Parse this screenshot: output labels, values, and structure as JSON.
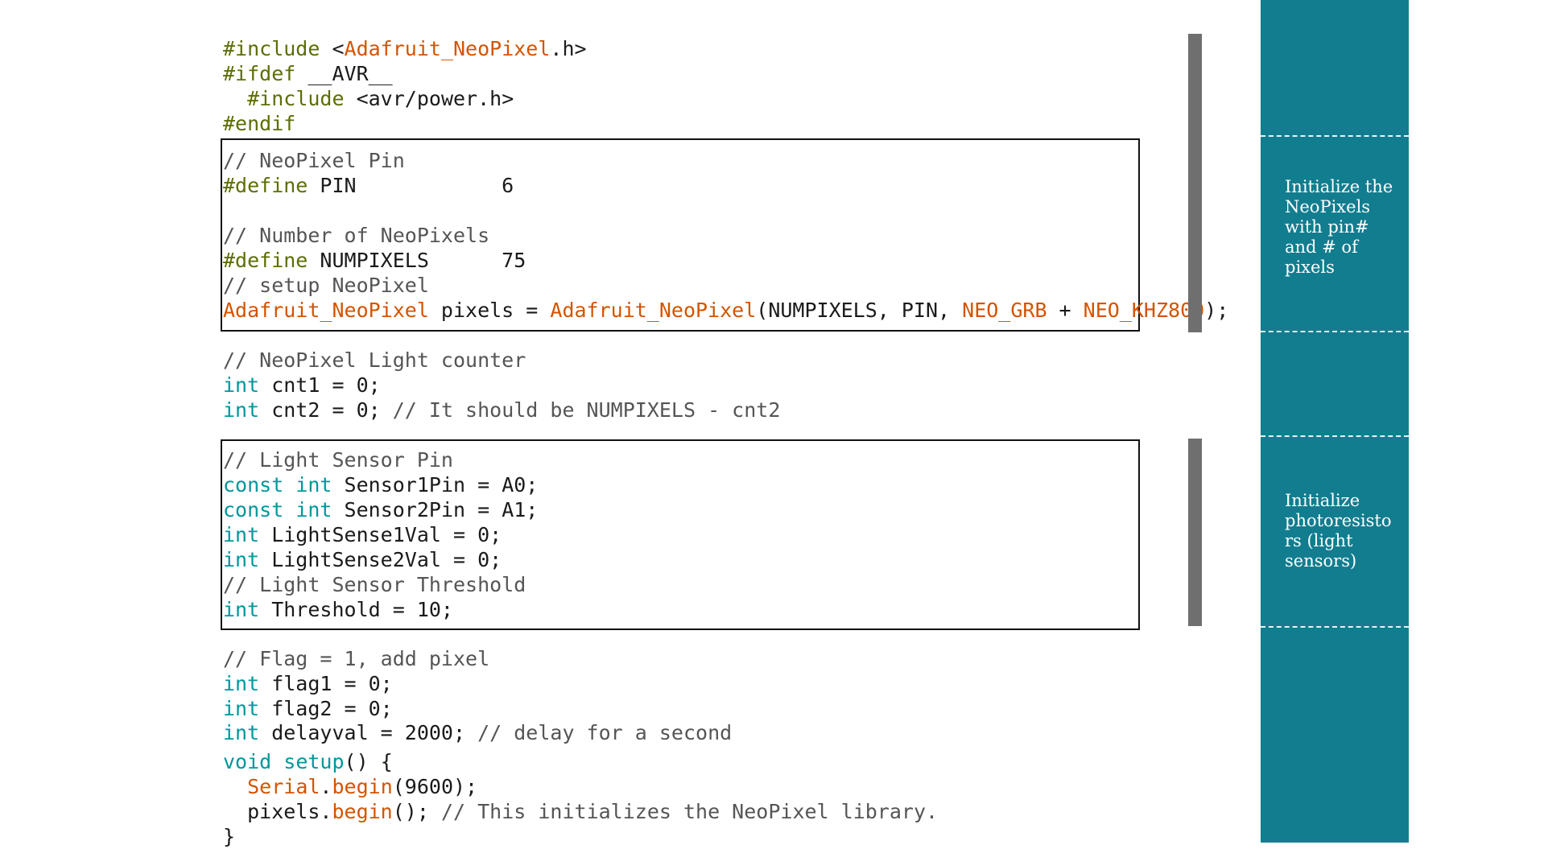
{
  "code": {
    "lines": [
      [
        [
          "pp",
          "#include"
        ],
        [
          "tx",
          " <"
        ],
        [
          "lib",
          "Adafruit_NeoPixel"
        ],
        [
          "tx",
          ".h>"
        ]
      ],
      [
        [
          "pp",
          "#ifdef"
        ],
        [
          "tx",
          " __AVR__"
        ]
      ],
      [
        [
          "tx",
          "  "
        ],
        [
          "pp",
          "#include"
        ],
        [
          "tx",
          " <avr/power.h>"
        ]
      ],
      [
        [
          "pp",
          "#endif"
        ]
      ],
      [
        [
          "cm",
          "// NeoPixel Pin"
        ]
      ],
      [
        [
          "pp",
          "#define"
        ],
        [
          "tx",
          " PIN            6"
        ]
      ],
      [
        [
          "cm",
          "// Number of NeoPixels"
        ]
      ],
      [
        [
          "pp",
          "#define"
        ],
        [
          "tx",
          " NUMPIXELS      75"
        ]
      ],
      [
        [
          "cm",
          "// setup NeoPixel"
        ]
      ],
      [
        [
          "lib",
          "Adafruit_NeoPixel"
        ],
        [
          "tx",
          " pixels = "
        ],
        [
          "lib",
          "Adafruit_NeoPixel"
        ],
        [
          "tx",
          "(NUMPIXELS, PIN, "
        ],
        [
          "lib",
          "NEO_GRB"
        ],
        [
          "tx",
          " + "
        ],
        [
          "lib",
          "NEO_KHZ800"
        ],
        [
          "tx",
          ");"
        ]
      ],
      [
        [
          "cm",
          "// NeoPixel Light counter"
        ]
      ],
      [
        [
          "kw",
          "int"
        ],
        [
          "tx",
          " cnt1 = 0;"
        ]
      ],
      [
        [
          "kw",
          "int"
        ],
        [
          "tx",
          " cnt2 = 0; "
        ],
        [
          "cm",
          "// It should be NUMPIXELS - cnt2"
        ]
      ],
      [
        [
          "cm",
          "// Light Sensor Pin"
        ]
      ],
      [
        [
          "kw",
          "const"
        ],
        [
          "tx",
          " "
        ],
        [
          "kw",
          "int"
        ],
        [
          "tx",
          " Sensor1Pin = A0;"
        ]
      ],
      [
        [
          "kw",
          "const"
        ],
        [
          "tx",
          " "
        ],
        [
          "kw",
          "int"
        ],
        [
          "tx",
          " Sensor2Pin = A1;"
        ]
      ],
      [
        [
          "kw",
          "int"
        ],
        [
          "tx",
          " LightSense1Val = 0;"
        ]
      ],
      [
        [
          "kw",
          "int"
        ],
        [
          "tx",
          " LightSense2Val = 0;"
        ]
      ],
      [
        [
          "cm",
          "// Light Sensor Threshold"
        ]
      ],
      [
        [
          "kw",
          "int"
        ],
        [
          "tx",
          " Threshold = 10;"
        ]
      ],
      [
        [
          "cm",
          "// Flag = 1, add pixel"
        ]
      ],
      [
        [
          "kw",
          "int"
        ],
        [
          "tx",
          " flag1 = 0;"
        ]
      ],
      [
        [
          "kw",
          "int"
        ],
        [
          "tx",
          " flag2 = 0;"
        ]
      ],
      [
        [
          "kw",
          "int"
        ],
        [
          "tx",
          " delayval = 2000; "
        ],
        [
          "cm",
          "// delay for a second"
        ]
      ],
      [
        [
          "kw",
          "void"
        ],
        [
          "tx",
          " "
        ],
        [
          "kw",
          "setup"
        ],
        [
          "tx",
          "() {"
        ]
      ],
      [
        [
          "tx",
          "  "
        ],
        [
          "lib",
          "Serial"
        ],
        [
          "tx",
          "."
        ],
        [
          "lib",
          "begin"
        ],
        [
          "tx",
          "(9600);"
        ]
      ],
      [
        [
          "tx",
          "  pixels."
        ],
        [
          "lib",
          "begin"
        ],
        [
          "tx",
          "(); "
        ],
        [
          "cm",
          "// This initializes the NeoPixel library."
        ]
      ],
      [
        [
          "tx",
          "}"
        ]
      ]
    ]
  },
  "sidebar": {
    "label_1": "Initialize the NeoPixels with pin# and # of pixels",
    "label_2": "Initialize photoresisto rs (light sensors)"
  },
  "colors": {
    "panel": "#127d8f",
    "preprocessor": "#5e6d03",
    "library": "#d35400",
    "keyword": "#00979c",
    "comment": "#555555",
    "text": "#1a1a1a",
    "bar": "#6f6f6f"
  }
}
